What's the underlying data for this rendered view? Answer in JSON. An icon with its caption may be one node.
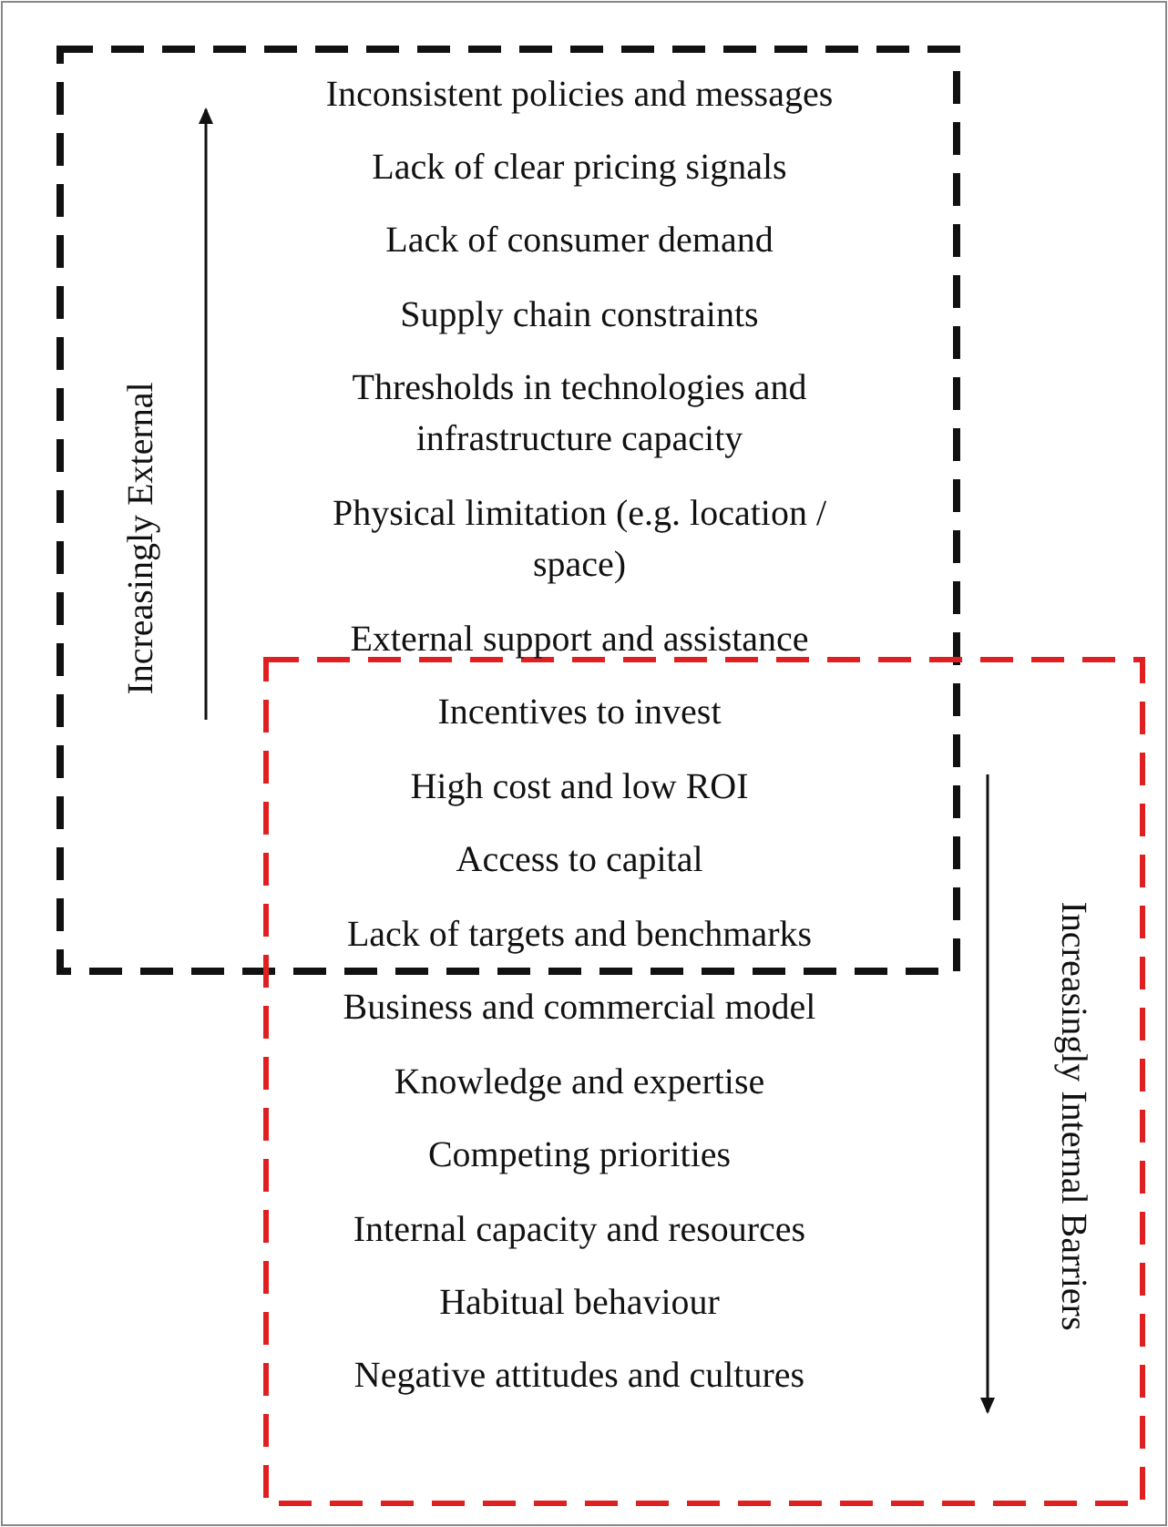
{
  "diagram": {
    "labels": [
      "Inconsistent policies and messages",
      "Lack of clear pricing signals",
      "Lack of consumer demand",
      "Supply chain constraints",
      "Thresholds in technologies and infrastructure capacity",
      "Physical limitation (e.g. location / space)",
      "External support and assistance",
      "Incentives to invest",
      "High cost and low ROI",
      "Access to capital",
      "Lack of targets and benchmarks",
      "Business and commercial model",
      "Knowledge and expertise",
      "Competing priorities",
      "Internal capacity and resources",
      "Habitual behaviour",
      "Negative attitudes and cultures",
      "Increasingly External",
      "Increasingly Internal Barriers"
    ]
  }
}
